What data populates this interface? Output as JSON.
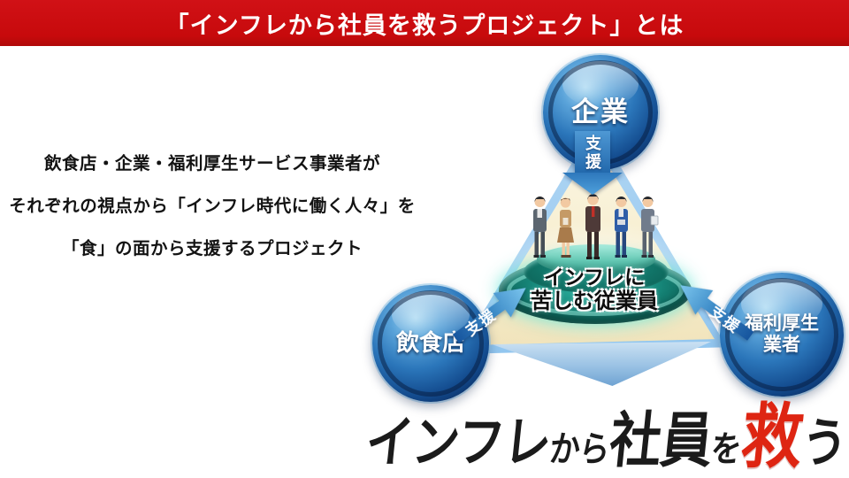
{
  "banner": {
    "title": "「インフレから社員を救うプロジェクト」とは"
  },
  "intro": {
    "lines": [
      "飲食店・企業・福利厚生サービス事業者が",
      "それぞれの視点から「インフレ時代に働く人々」を",
      "「食」の面から支援するプロジェクト"
    ]
  },
  "diagram": {
    "support_label": "支援",
    "nodes": {
      "company": {
        "label": "企業"
      },
      "restaurant": {
        "label": "飲食店"
      },
      "welfare": {
        "lines": [
          "福利厚生",
          "業者"
        ]
      }
    },
    "center": {
      "lines": [
        "インフレに",
        "苦しむ従業員"
      ]
    }
  },
  "slogan": {
    "segments": [
      "インフレ",
      "から",
      "社員",
      "を",
      "救",
      "う"
    ]
  },
  "colors": {
    "banner_red": "#C90D10",
    "accent_red": "#DE2512",
    "sphere_blue": "#1B5FA6",
    "arrow_blue": "#3E8CC8",
    "platform_teal": "#14887B",
    "beam_blue": "#AFD6EF",
    "beam_cream": "#F6EDCC"
  }
}
